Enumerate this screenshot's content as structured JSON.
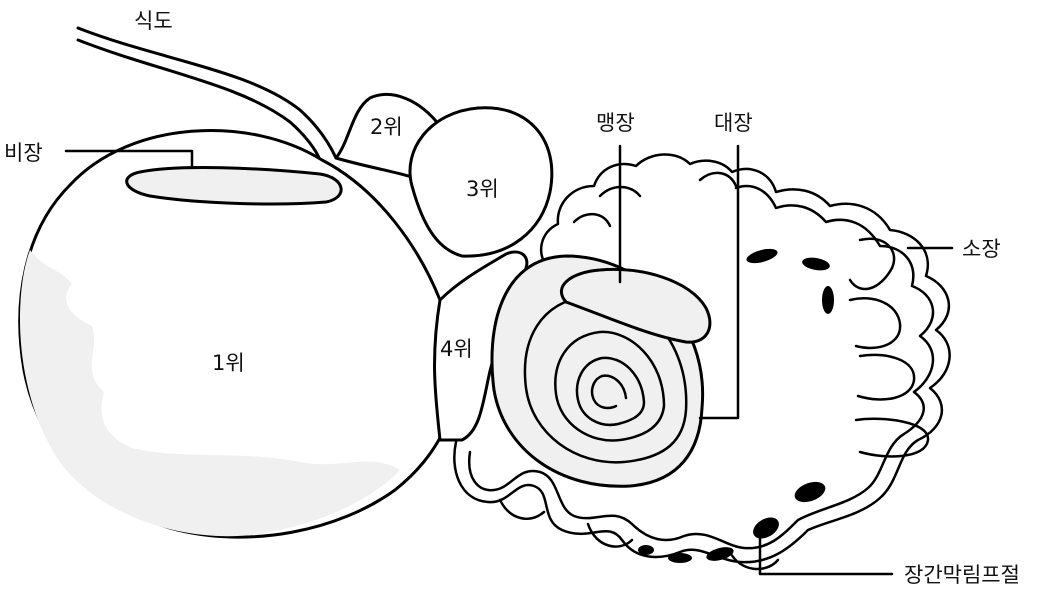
{
  "labels": {
    "esophagus": "식도",
    "spleen": "비장",
    "rumen": "1위",
    "reticulum": "2위",
    "omasum": "3위",
    "abomasum": "4위",
    "cecum": "맹장",
    "large_intestine": "대장",
    "small_intestine": "소장",
    "mesenteric_lymph_node": "장간막림프절"
  },
  "colors": {
    "outline": "#000000",
    "fill": "#ffffff",
    "shade": "#f0f0f0",
    "node": "#000000"
  }
}
